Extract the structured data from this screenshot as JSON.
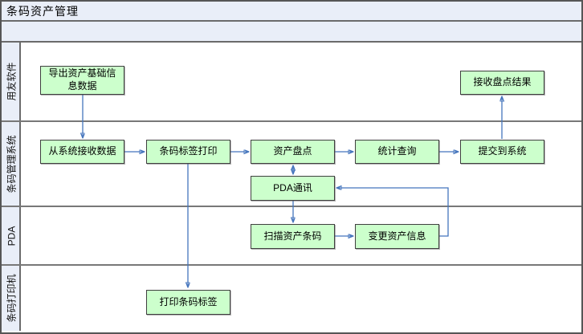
{
  "title": "条码资产管理",
  "lanes": [
    {
      "label": "用友软件"
    },
    {
      "label": "条码管理系统"
    },
    {
      "label": "PDA"
    },
    {
      "label": "条码打印机"
    }
  ],
  "nodes": {
    "export_data": {
      "label": "导出资产基础信息数据",
      "lane": "用友软件"
    },
    "receive_result": {
      "label": "接收盘点结果",
      "lane": "用友软件"
    },
    "receive_from_system": {
      "label": "从系统接收数据",
      "lane": "条码管理系统"
    },
    "label_print": {
      "label": "条码标签打印",
      "lane": "条码管理系统"
    },
    "asset_inventory": {
      "label": "资产盘点",
      "lane": "条码管理系统"
    },
    "stats_query": {
      "label": "统计查询",
      "lane": "条码管理系统"
    },
    "submit_to_system": {
      "label": "提交到系统",
      "lane": "条码管理系统"
    },
    "pda_comm": {
      "label": "PDA通讯",
      "lane": "条码管理系统"
    },
    "scan_barcode": {
      "label": "扫描资产条码",
      "lane": "PDA"
    },
    "change_info": {
      "label": "变更资产信息",
      "lane": "PDA"
    },
    "print_label": {
      "label": "打印条码标签",
      "lane": "条码打印机"
    }
  },
  "flows": [
    "导出资产基础信息数据 → 从系统接收数据",
    "从系统接收数据 → 条码标签打印",
    "条码标签打印 → 资产盘点",
    "资产盘点 → 统计查询",
    "统计查询 → 提交到系统",
    "提交到系统 → 接收盘点结果",
    "资产盘点 ↔ PDA通讯",
    "PDA通讯 → 扫描资产条码",
    "扫描资产条码 → 变更资产信息",
    "变更资产信息 → PDA通讯",
    "条码标签打印 → 打印条码标签"
  ],
  "colors": {
    "node_fill": "#ccffcc",
    "node_border": "#404040",
    "connector": "#4575bd",
    "header_fill": "#e9eef8",
    "separator": "#787878"
  }
}
